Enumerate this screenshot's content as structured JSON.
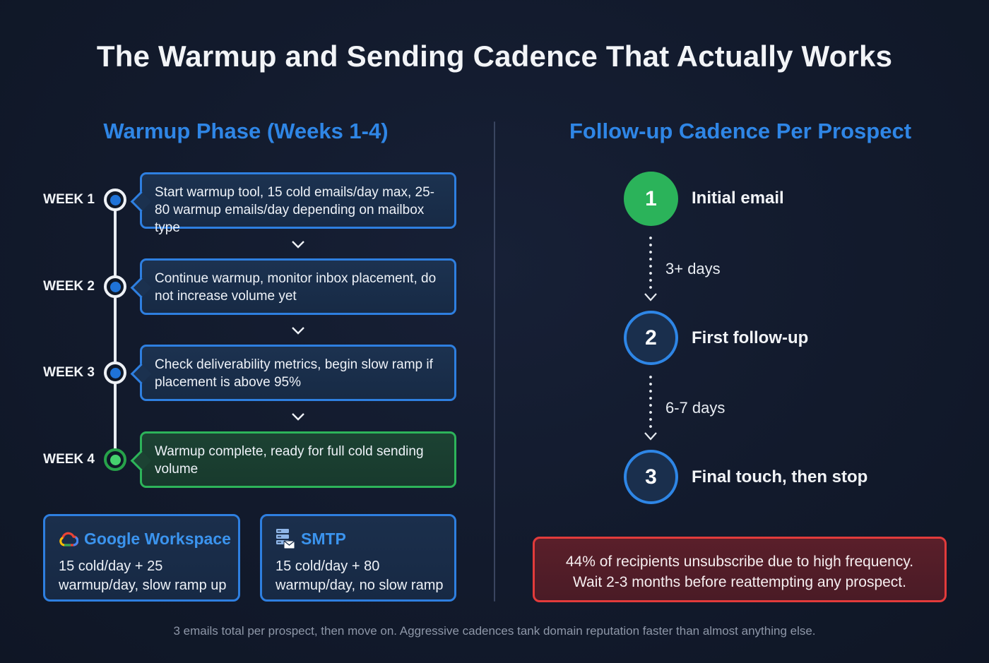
{
  "title": "The Warmup and Sending Cadence That Actually Works",
  "warmup": {
    "heading": "Warmup Phase (Weeks 1-4)",
    "weeks": [
      {
        "label": "WEEK 1",
        "text": "Start warmup tool, 15 cold emails/day max, 25-80 warmup emails/day depending on mailbox type",
        "status": "in-progress"
      },
      {
        "label": "WEEK 2",
        "text": "Continue warmup, monitor inbox placement, do not increase volume yet",
        "status": "in-progress"
      },
      {
        "label": "WEEK 3",
        "text": "Check deliverability metrics, begin slow ramp if placement is above 95%",
        "status": "in-progress"
      },
      {
        "label": "WEEK 4",
        "text": "Warmup complete, ready for full cold sending volume",
        "status": "complete"
      }
    ],
    "providers": [
      {
        "icon": "google-cloud-icon",
        "name": "Google Workspace",
        "line1": "15 cold/day + 25",
        "line2": "warmup/day, slow ramp up"
      },
      {
        "icon": "smtp-server-mail-icon",
        "name": "SMTP",
        "line1": "15 cold/day + 80",
        "line2": "warmup/day, no slow ramp"
      }
    ]
  },
  "cadence": {
    "heading": "Follow-up Cadence Per Prospect",
    "steps": [
      {
        "number": "1",
        "label": "Initial email"
      },
      {
        "number": "2",
        "label": "First follow-up"
      },
      {
        "number": "3",
        "label": "Final touch, then stop"
      }
    ],
    "gaps": [
      "3+ days",
      "6-7 days"
    ],
    "alert": {
      "line1": "44% of recipients unsubscribe due to high frequency.",
      "line2": "Wait 2-3 months before reattempting any prospect."
    }
  },
  "footer": "3 emails total per prospect, then move on. Aggressive cadences tank domain reputation faster than almost anything else.",
  "colors": {
    "background": "#131b2e",
    "accent_blue": "#2e7fe0",
    "success_green": "#2bb35a",
    "alert_red": "#e23b3b"
  }
}
